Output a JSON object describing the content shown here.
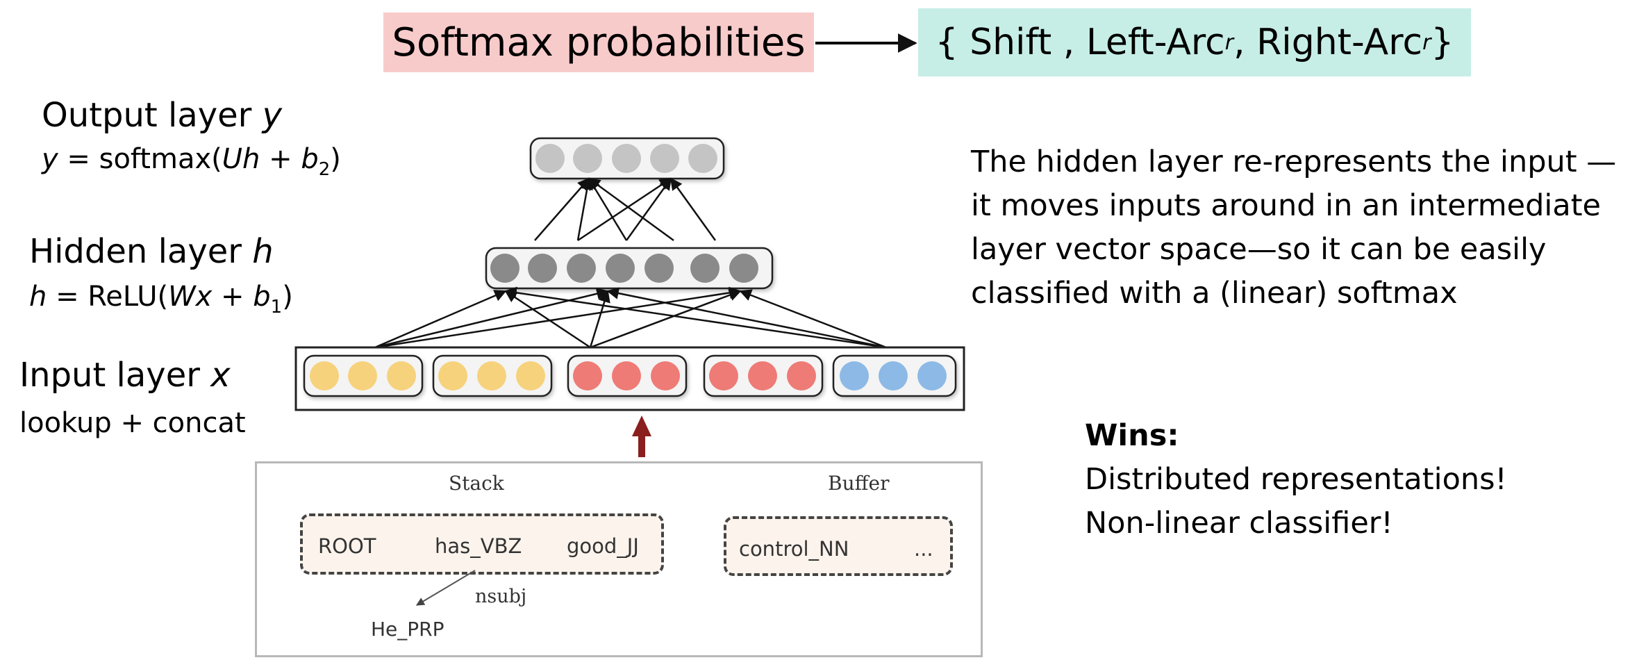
{
  "header": {
    "softmax_label": "Softmax probabilities",
    "actions_open": "{ Shift , Left-Arc",
    "actions_sub1": "r",
    "actions_mid": " , Right-Arc",
    "actions_sub2": "r",
    "actions_close": " }"
  },
  "output_layer": {
    "title_main": "Output layer ",
    "title_var": "y",
    "eq_var": "y",
    "eq_mid": " = softmax(",
    "eq_U": "Uh",
    "eq_plus": " + ",
    "eq_b": "b",
    "eq_sub": "2",
    "eq_close": ")"
  },
  "hidden_layer": {
    "title_main": "Hidden layer ",
    "title_var": "h",
    "eq_var": "h",
    "eq_mid": " = ReLU(",
    "eq_W": "Wx",
    "eq_plus": " + ",
    "eq_b": "b",
    "eq_sub": "1",
    "eq_close": ")"
  },
  "input_layer": {
    "title_main": "Input layer ",
    "title_var": "x",
    "subtitle": "lookup + concat"
  },
  "explanation": {
    "lines": [
      "The hidden layer re-represents the input —",
      "it moves inputs around in an intermediate",
      "layer vector space—so it can be easily",
      "classified with a (linear) softmax"
    ]
  },
  "wins": {
    "title": "Wins:",
    "items": [
      "Distributed representations!",
      "Non-linear classifier!"
    ]
  },
  "configuration": {
    "stack_label": "Stack",
    "buffer_label": "Buffer",
    "stack_items": [
      "ROOT",
      "has_VBZ",
      "good_JJ"
    ],
    "buffer_items": [
      "control_NN",
      "..."
    ],
    "arc_label": "nsubj",
    "dependent": "He_PRP"
  },
  "colors": {
    "pink": "#f8cbcb",
    "teal": "#c6eee6",
    "output_node": "#c4c4c4",
    "hidden_node": "#8a8a8a",
    "input_yellow": "#f7d27c",
    "input_red": "#ee7b76",
    "input_blue": "#8db9e6",
    "up_arrow": "#8b1f1f"
  }
}
